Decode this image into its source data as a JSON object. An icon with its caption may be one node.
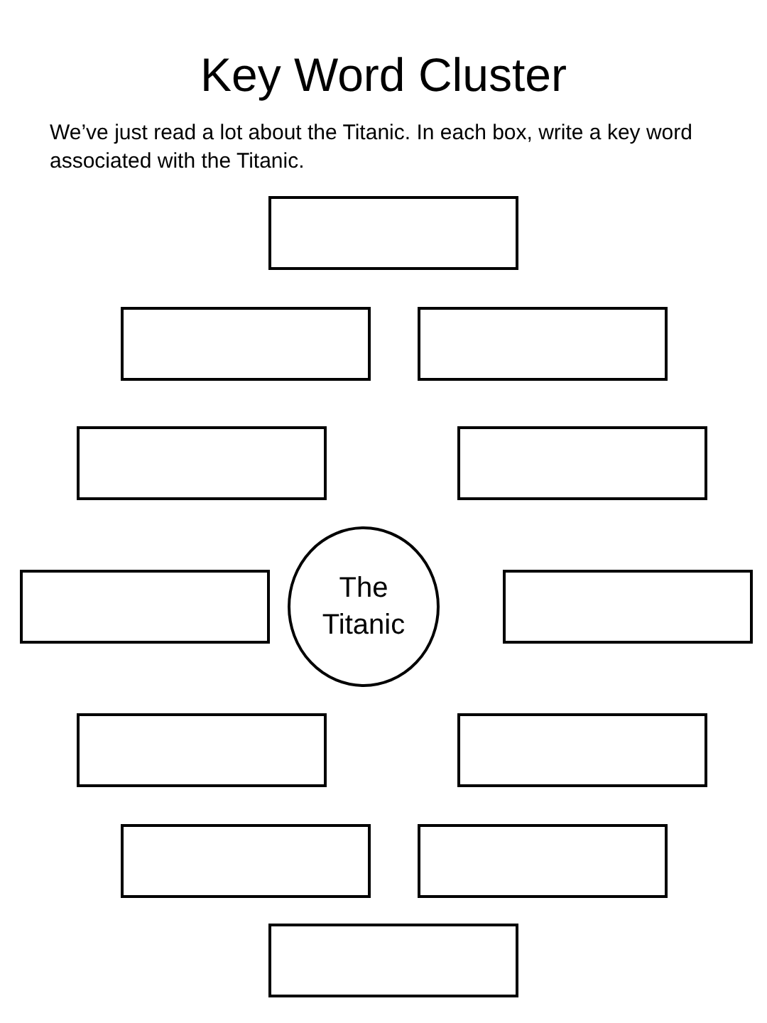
{
  "diagram": {
    "title": "Key Word Cluster",
    "nodes": [
      {
        "text": [],
        "shape": "box"
      },
      {
        "text": [],
        "shape": "box"
      },
      {
        "text": [],
        "shape": "box"
      },
      {
        "text": [],
        "shape": "box"
      },
      {
        "text": [],
        "shape": "box"
      },
      {
        "text": [],
        "shape": "box"
      },
      {
        "text": [
          "The Titanic"
        ]
      },
      {
        "text": [],
        "shape": "box"
      },
      {
        "text": [],
        "shape": "box"
      },
      {
        "text": [],
        "shape": "box"
      },
      {
        "text": [],
        "shape": "box"
      },
      {
        "text": [],
        "shape": "box"
      },
      {
        "text": [],
        "shape": "box"
      }
    ],
    "labels": [
      "We’ve just read a lot about the Titanic. In each box, write a key word associated with the Titanic."
    ]
  }
}
